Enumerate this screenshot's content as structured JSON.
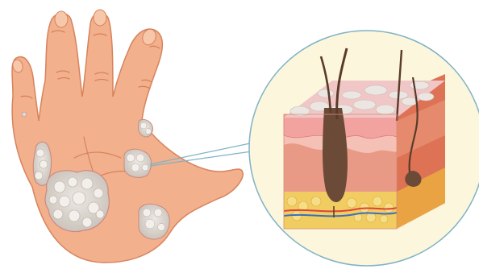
{
  "illustration": {
    "subject": "psoriasis",
    "hand": {
      "skin_color": "#f2b08c",
      "skin_shade": "#e2946e",
      "outline_color": "#d7835c",
      "plaque_color": "#d9d3cc",
      "plaque_shade": "#b7aea6",
      "plaque_edge": "#c98a80",
      "plaque_count": 6
    },
    "callout": {
      "circle_fill": "#fbf6dc",
      "circle_stroke": "#7fb2c5",
      "connector_color": "#7fb2c5"
    },
    "skin_section": {
      "scale_layer_color": "#e9e1dd",
      "epidermis_color": "#f2a3a0",
      "dermis_color": "#f5c1b6",
      "deep_dermis_color": "#e89a86",
      "side_face_color": "#dd7255",
      "fat_layer_color": "#f1cd61",
      "hair_color": "#5a3b2b",
      "hair_follicle_color": "#6b4a37",
      "hair_count": 3
    }
  }
}
